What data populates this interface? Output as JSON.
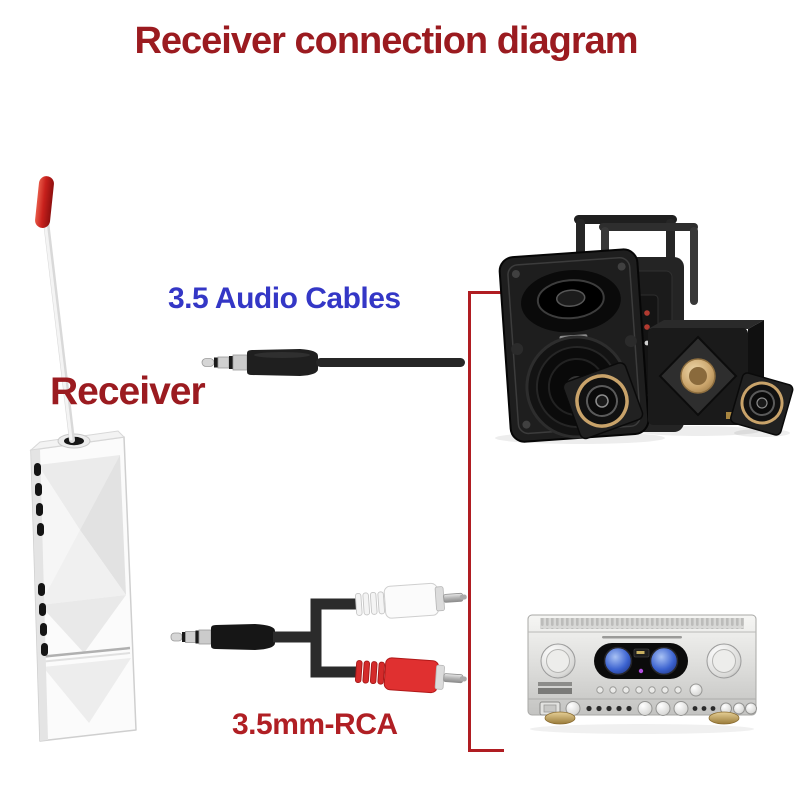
{
  "page": {
    "title": "Receiver connection diagram"
  },
  "receiver": {
    "label": "Receiver",
    "graphic": "white-wireless-audio-receiver-stick-with-red-tip-antenna"
  },
  "cables": {
    "aux": {
      "label": "3.5 Audio Cables",
      "graphic": "black-3.5mm-jack-audio-cable"
    },
    "rca": {
      "label": "3.5mm-RCA",
      "graphic": "3.5mm-jack-to-white-and-red-rca-y-cable"
    }
  },
  "devices": {
    "speaker_system": "portable-trolley-speaker-with-subwoofer-and-satellite-speakers",
    "amplifier": "silver-stereo-amplifier-with-blue-vu-meters"
  },
  "colors": {
    "title_text": "#9b1b20",
    "receiver_text": "#9b1b20",
    "aux_label_text": "#3437c6",
    "rca_label_text": "#b01f24",
    "bracket_line": "#b01d22",
    "antenna_tip": "#c8201c",
    "rca_white_plug": "#f4f4f4",
    "rca_red_plug": "#d42a2a"
  }
}
